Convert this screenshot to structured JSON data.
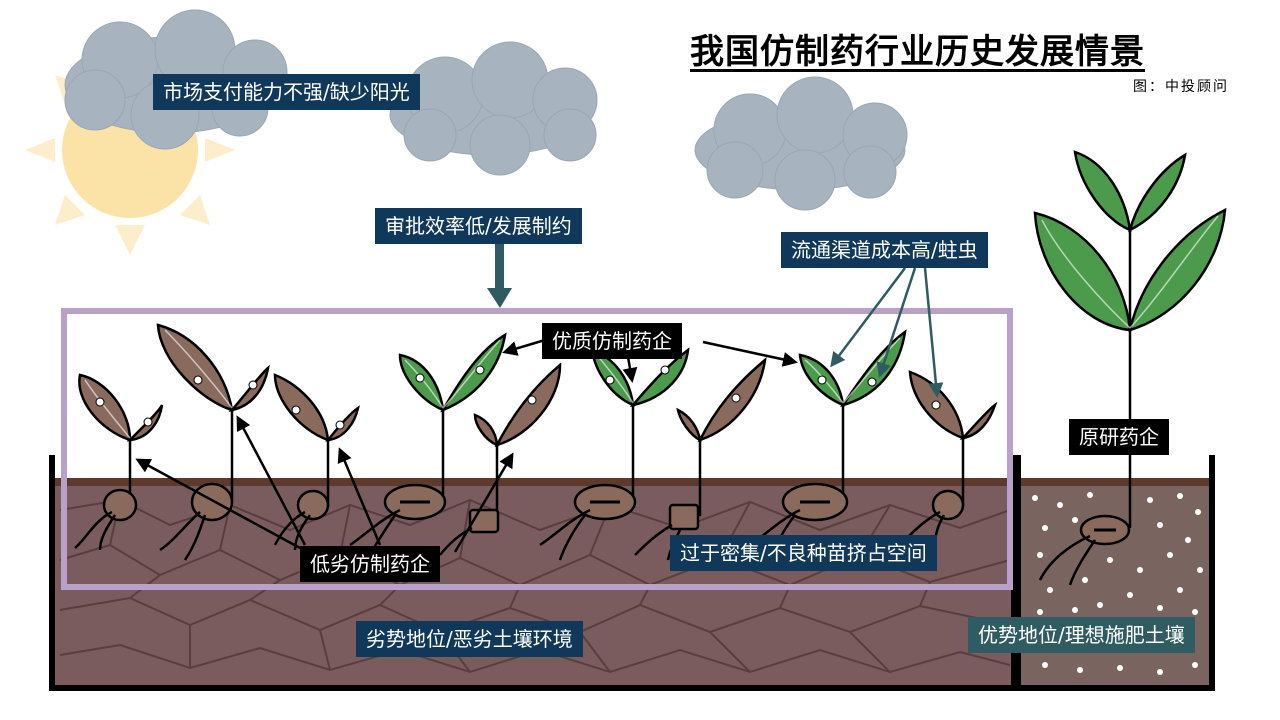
{
  "title": "我国仿制药行业历史发展情景",
  "source": "图：中投顾问",
  "labels": {
    "weak_payment": "市场支付能力不强/缺少阳光",
    "approval": "审批效率低/发展制约",
    "distribution": "流通渠道成本高/蛀虫",
    "quality_generic": "优质仿制药企",
    "inferior_generic": "低劣仿制药企",
    "overcrowded": "过于密集/不良种苗挤占空间",
    "original_drug": "原研药企",
    "weak_position": "劣势地位/恶劣土壤环境",
    "strong_position": "优势地位/理想施肥土壤"
  },
  "colors": {
    "cloud": "#a7b4bf",
    "sun": "#fbe3a8",
    "soil_bad": "#7a5c5e",
    "soil_good": "#7a6460",
    "leaf_green": "#4c9a4b",
    "leaf_brown": "#8b6a5e",
    "frame": "#b9a1c9",
    "navy": "#10385a",
    "teal": "#2f5b62"
  }
}
